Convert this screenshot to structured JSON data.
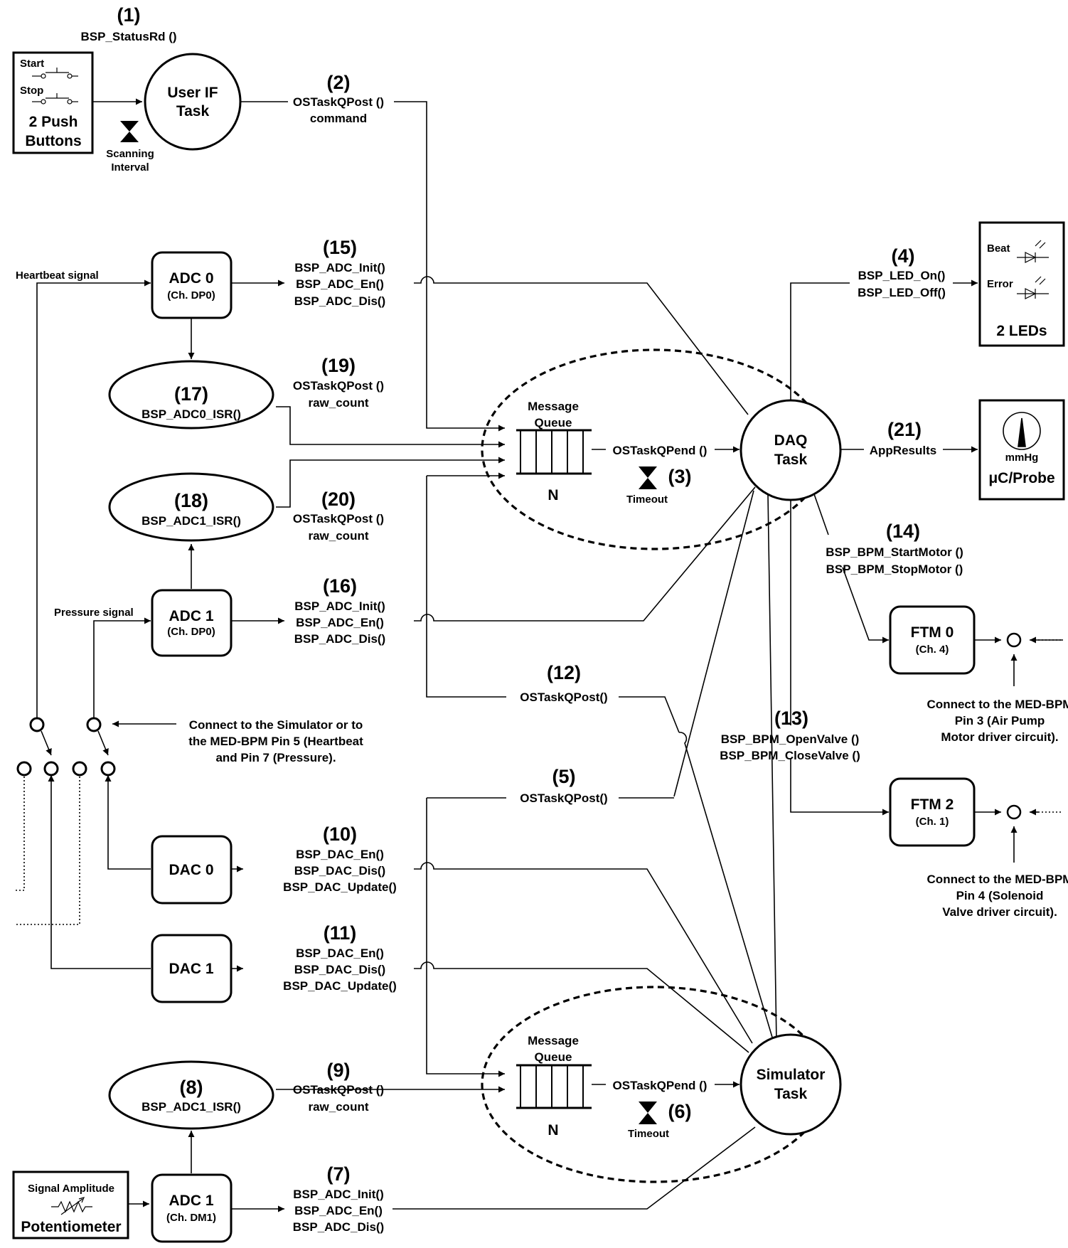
{
  "labels": {
    "n1": "(1)",
    "n1_fn": "BSP_StatusRd ()",
    "start": "Start",
    "stop": "Stop",
    "push_l1": "2 Push",
    "push_l2": "Buttons",
    "userif_l1": "User IF",
    "userif_l2": "Task",
    "scan_l1": "Scanning",
    "scan_l2": "Interval",
    "n2": "(2)",
    "n2_f1": "OSTaskQPost ()",
    "n2_f2": "command",
    "n15": "(15)",
    "n15_f1": "BSP_ADC_Init()",
    "n15_f2": "BSP_ADC_En()",
    "n15_f3": "BSP_ADC_Dis()",
    "heartbeat": "Heartbeat signal",
    "adc0_l1": "ADC 0",
    "adc0_l2": "(Ch. DP0)",
    "n17": "(17)",
    "isr17": "BSP_ADC0_ISR()",
    "n19": "(19)",
    "n19_f1": "OSTaskQPost ()",
    "n19_f2": "raw_count",
    "n18": "(18)",
    "isr18": "BSP_ADC1_ISR()",
    "n20": "(20)",
    "n20_f1": "OSTaskQPost ()",
    "n20_f2": "raw_count",
    "mq1_l1": "Message",
    "mq1_l2": "Queue",
    "mq1_n": "N",
    "pend1": "OSTaskQPend  ()",
    "n3": "(3)",
    "timeout1": "Timeout",
    "daq_l1": "DAQ",
    "daq_l2": "Task",
    "n4": "(4)",
    "n4_f1": "BSP_LED_On()",
    "n4_f2": "BSP_LED_Off()",
    "beat": "Beat",
    "error": "Error",
    "leds": "2 LEDs",
    "n21": "(21)",
    "appresults": "AppResults",
    "mmhg": "mmHg",
    "probe": "μC/Probe",
    "n14": "(14)",
    "n14_f1": "BSP_BPM_StartMotor ()",
    "n14_f2": "BSP_BPM_StopMotor ()",
    "pressure": "Pressure signal",
    "adc1_l1": "ADC 1",
    "adc1_l2": "(Ch. DP0)",
    "n16": "(16)",
    "n16_f1": "BSP_ADC_Init()",
    "n16_f2": "BSP_ADC_En()",
    "n16_f3": "BSP_ADC_Dis()",
    "ftm0_l1": "FTM 0",
    "ftm0_l2": "(Ch. 4)",
    "ftm0_note1": "Connect to the MED-BPM",
    "ftm0_note2": "Pin 3 (Air Pump",
    "ftm0_note3": "Motor driver circuit).",
    "n12": "(12)",
    "n12_f": "OSTaskQPost()",
    "n13": "(13)",
    "n13_f1": "BSP_BPM_OpenValve ()",
    "n13_f2": "BSP_BPM_CloseValve ()",
    "conn1": "Connect to the Simulator or to",
    "conn2": "the MED-BPM Pin 5 (Heartbeat",
    "conn3": "and Pin 7 (Pressure).",
    "n5": "(5)",
    "n5_f": "OSTaskQPost()",
    "ftm2_l1": "FTM 2",
    "ftm2_l2": "(Ch. 1)",
    "ftm2_note1": "Connect to the MED-BPM",
    "ftm2_note2": "Pin 4 (Solenoid",
    "ftm2_note3": "Valve driver circuit).",
    "n10": "(10)",
    "n10_f1": "BSP_DAC_En()",
    "n10_f2": "BSP_DAC_Dis()",
    "n10_f3": "BSP_DAC_Update()",
    "dac0": "DAC 0",
    "n11": "(11)",
    "n11_f1": "BSP_DAC_En()",
    "n11_f2": "BSP_DAC_Dis()",
    "n11_f3": "BSP_DAC_Update()",
    "dac1": "DAC 1",
    "mq2_l1": "Message",
    "mq2_l2": "Queue",
    "mq2_n": "N",
    "pend2": "OSTaskQPend  ()",
    "n6": "(6)",
    "timeout2": "Timeout",
    "sim_l1": "Simulator",
    "sim_l2": "Task",
    "n8": "(8)",
    "isr8": "BSP_ADC1_ISR()",
    "n9": "(9)",
    "n9_f1": "OSTaskQPost ()",
    "n9_f2": "raw_count",
    "sigamp": "Signal Amplitude",
    "pot": "Potentiometer",
    "adc1b_l1": "ADC 1",
    "adc1b_l2": "(Ch. DM1)",
    "n7": "(7)",
    "n7_f1": "BSP_ADC_Init()",
    "n7_f2": "BSP_ADC_En()",
    "n7_f3": "BSP_ADC_Dis()"
  }
}
